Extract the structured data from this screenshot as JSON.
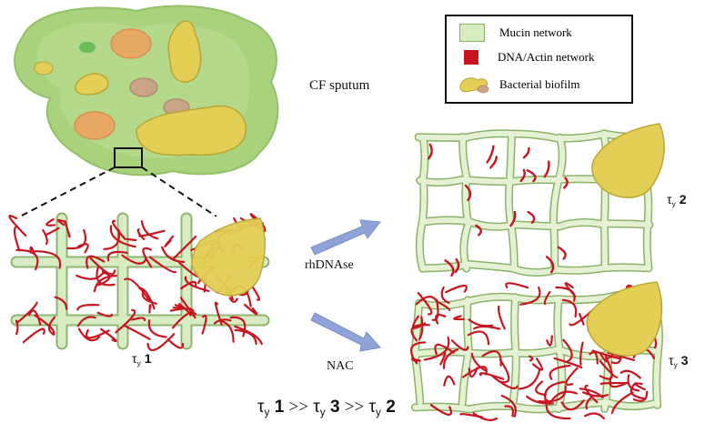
{
  "legend": {
    "items": [
      {
        "label": "Mucin network",
        "swatch": "mucin"
      },
      {
        "label": "DNA/Actin network",
        "swatch": "dna"
      },
      {
        "label": "Bacterial biofilm",
        "swatch": "biofilm"
      }
    ]
  },
  "labels": {
    "cf_sputum": "CF sputum",
    "rhdnase": "rhDNAse",
    "nac": "NAC"
  },
  "tau": {
    "symbol": "τ",
    "sub": "y",
    "t1": "1",
    "t2": "2",
    "t3": "3",
    "op": ">>"
  },
  "colors": {
    "mucin_fill": "#d8ecc4",
    "mucin_edge": "#8ab36a",
    "dna": "#c8141e",
    "biofilm": "#e3cf55",
    "biofilm_edge": "#b9a634",
    "sputum": "#a9d27d",
    "arrow": "#8ea4d8"
  }
}
